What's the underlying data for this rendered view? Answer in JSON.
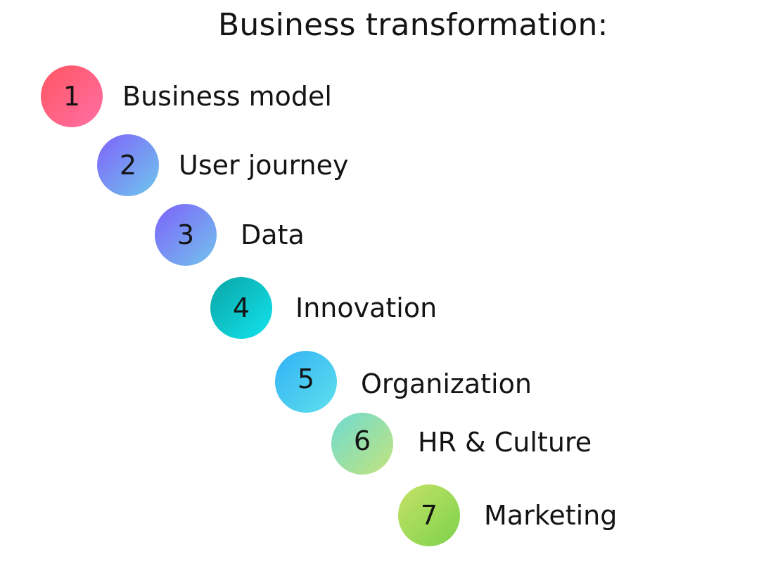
{
  "title": "Business transformation:",
  "steps": [
    {
      "number": "1",
      "label": "Business model"
    },
    {
      "number": "2",
      "label": "User journey"
    },
    {
      "number": "3",
      "label": "Data"
    },
    {
      "number": "4",
      "label": "Innovation"
    },
    {
      "number": "5",
      "label": "Organization"
    },
    {
      "number": "6",
      "label": "HR & Culture"
    },
    {
      "number": "7",
      "label": "Marketing"
    }
  ],
  "colors": {
    "step_1": [
      "#ff5560",
      "#ff6fa6"
    ],
    "step_2": [
      "#8062fa",
      "#6ec8ec"
    ],
    "step_3": [
      "#7d62fb",
      "#72c4eb"
    ],
    "step_4": [
      "#0aa5a5",
      "#12e4ee"
    ],
    "step_5": [
      "#32b2f6",
      "#5ee0ec"
    ],
    "step_6": [
      "#6edad2",
      "#c4e47c"
    ],
    "step_7": [
      "#c6e266",
      "#7cd24c"
    ]
  }
}
